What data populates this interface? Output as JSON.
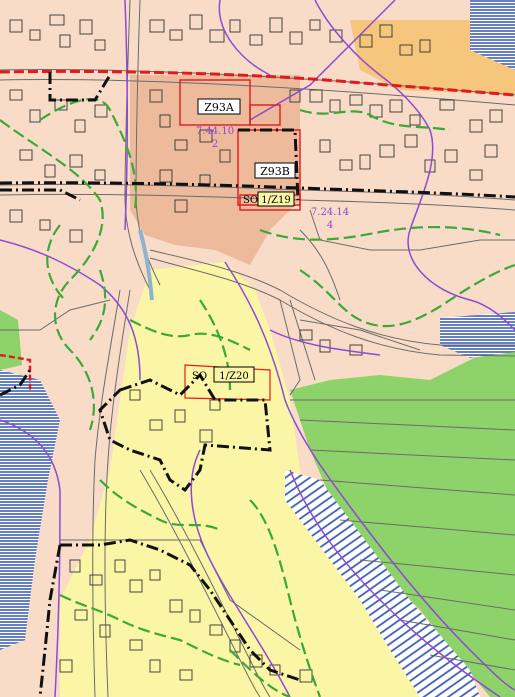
{
  "map": {
    "labels": {
      "z93a": "Z93A",
      "z93b": "Z93B",
      "z19_prefix": "SO",
      "z19": "1/Z19",
      "z20_prefix": "SO",
      "z20": "1/Z20",
      "parcel_7_44_10": "7.44.10",
      "parcel_7_44_10_sub": "2",
      "parcel_7_24_14": "7.24.14",
      "parcel_7_24_14_sub": "4"
    },
    "colors": {
      "residential_zone": "#f9dcc7",
      "village_core": "#edbb9b",
      "orange_zone": "#f5c67c",
      "yellow_zone": "#fbf6a6",
      "forest_green": "#8ed26a",
      "hatched_blue": "#3f5fb7",
      "boundary_purple": "#8c4ad6",
      "red_boundary": "#e11b1b",
      "black_boundary": "#111111",
      "green_dashed": "#3aa93a"
    }
  }
}
